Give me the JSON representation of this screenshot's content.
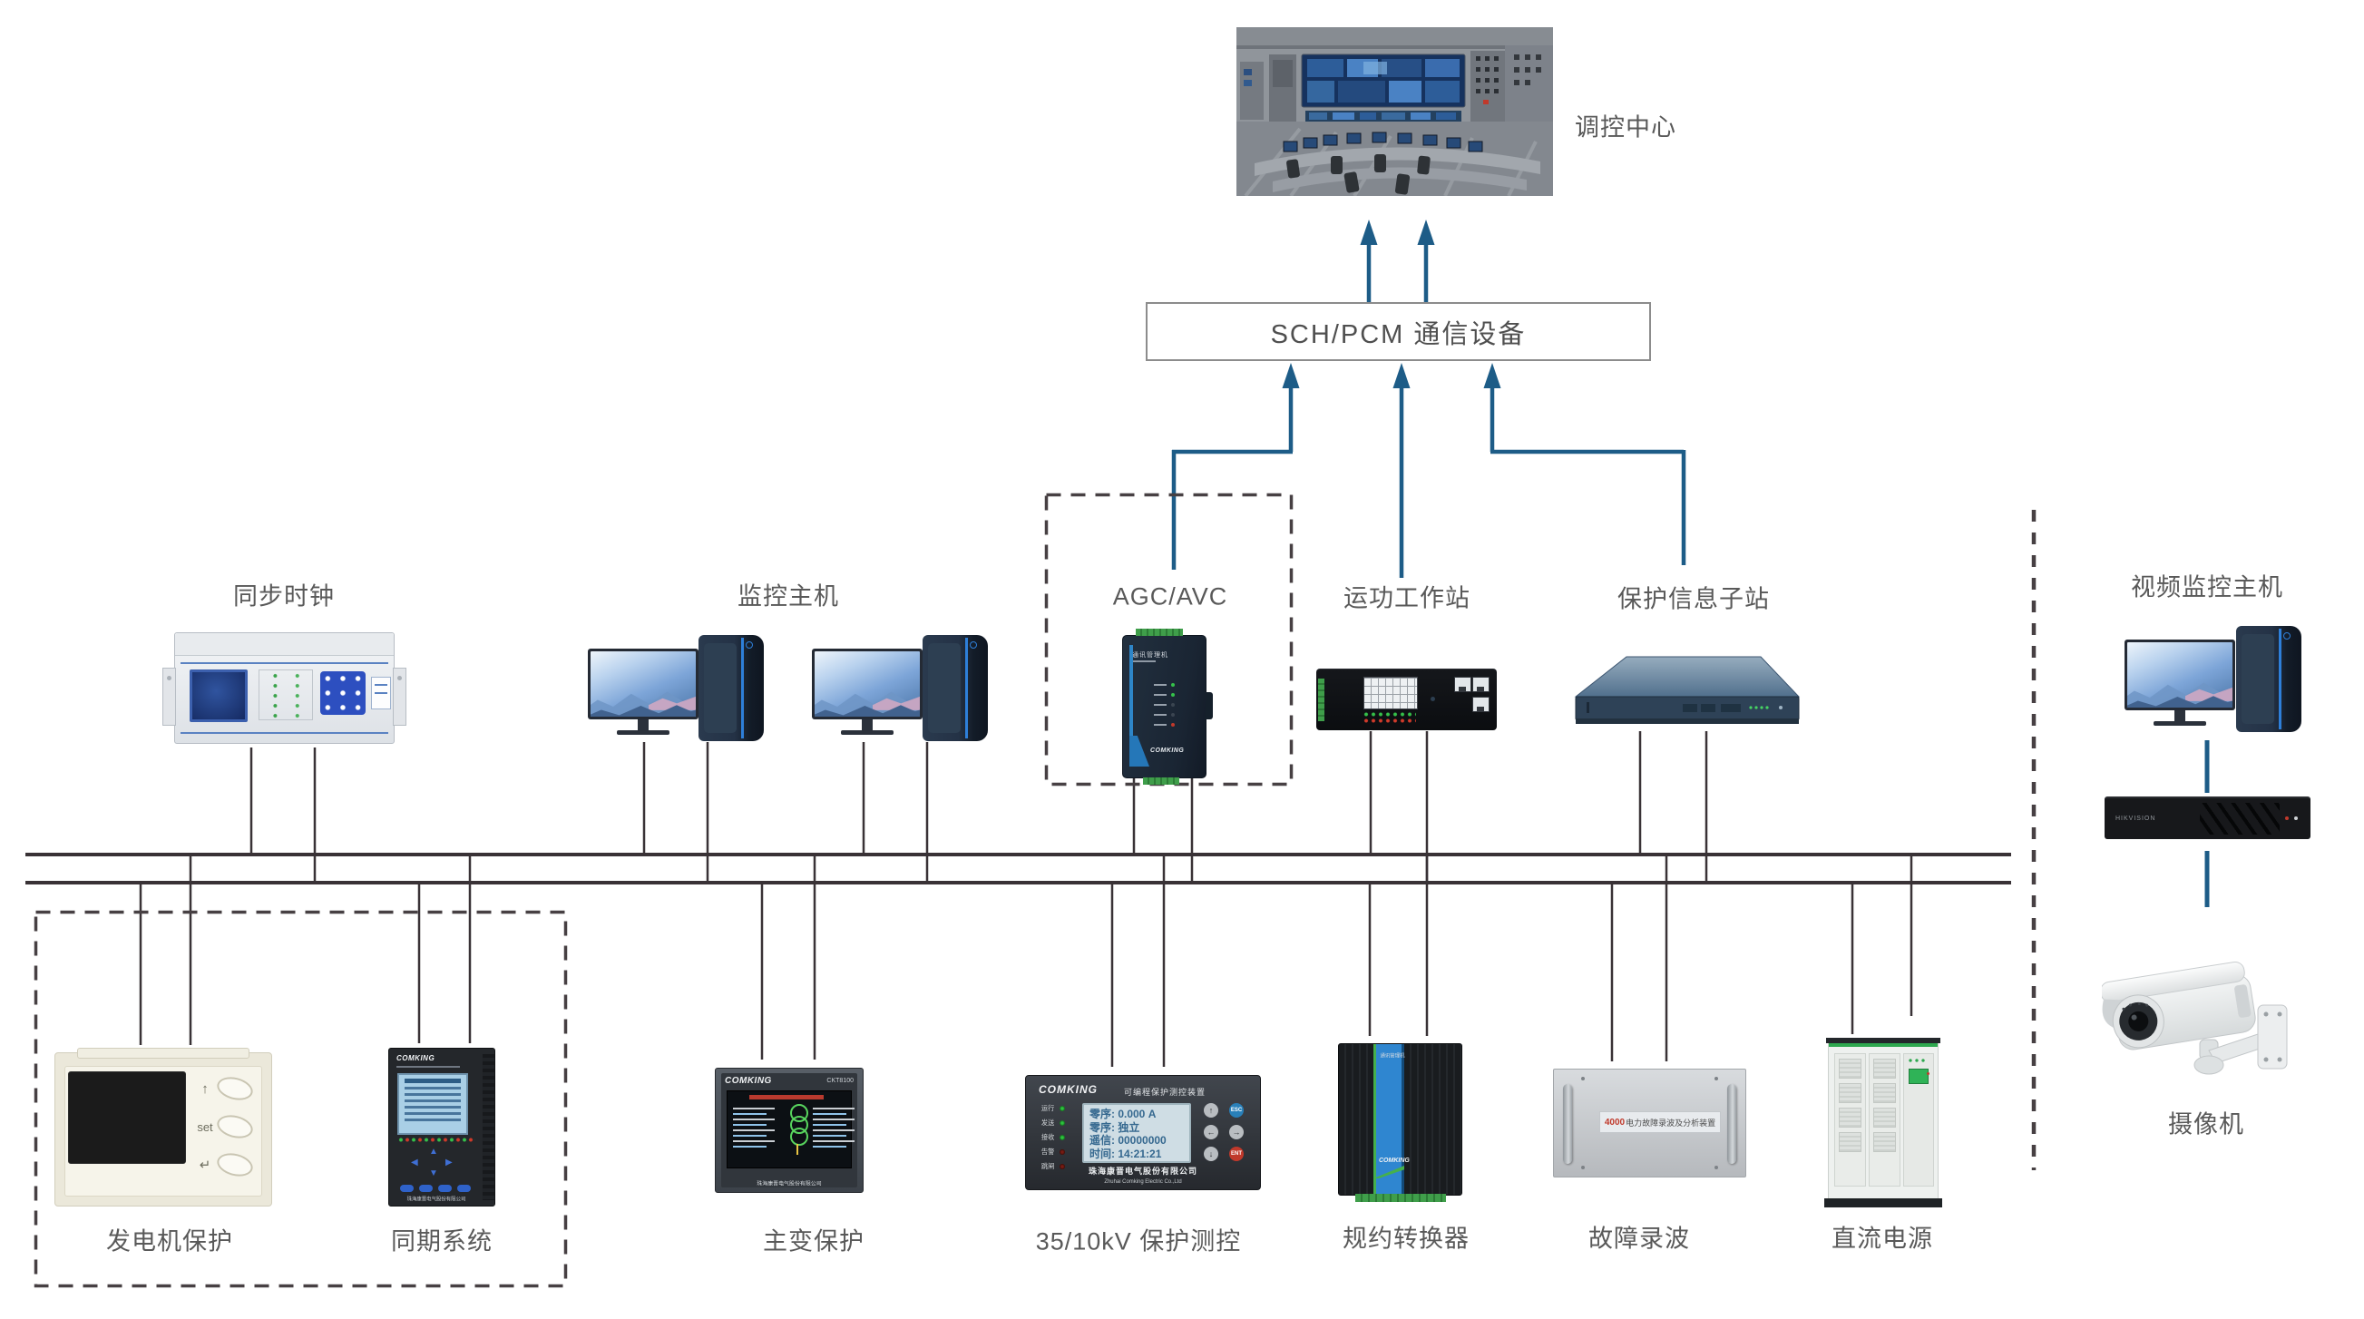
{
  "labels": {
    "control_center": "调控中心",
    "comm_box": "SCH/PCM 通信设备",
    "sync_clock": "同步时钟",
    "scada_host": "监控主机",
    "agc_avc": "AGC/AVC",
    "telecontrol_ws": "运功工作站",
    "protection_substation": "保护信息子站",
    "video_host": "视频监控主机",
    "generator_protection": "发电机保护",
    "sync_system": "同期系统",
    "main_transformer_protection": "主变保护",
    "kv_protection": "35/10kV 保护测控",
    "protocol_converter": "规约转换器",
    "fault_recorder": "故障录波",
    "dc_power": "直流电源",
    "camera": "摄像机"
  },
  "device_text": {
    "brand": "COMKING",
    "comm_mgr": "通讯管理机",
    "meas_title": "可编程保护测控装置",
    "lcd": [
      "零序: 0.000 A",
      "零序: 独立",
      "遥信: 00000000",
      "时间: 14:21:21"
    ],
    "leds": [
      "运行",
      "发送",
      "接收",
      "告警",
      "跳闸"
    ],
    "kv_btns": [
      "↑",
      "←",
      "→",
      "↓"
    ],
    "esc": "ESC",
    "ent": "ENT",
    "set": "set",
    "btn_up": "↑",
    "btn_enter": "↵",
    "company_cn": "珠海康晋电气股份有限公司",
    "company_en": "Zhuhai Comking Electric Co.,Ltd",
    "recorder_num": "4000",
    "recorder_name": "电力故障录波及分析装置",
    "nvr_brand": "HIKVISION",
    "mt_model": "CKT8100"
  },
  "colors": {
    "connector_blue": "#1d5c87",
    "bus_line": "#393236",
    "dashed_border": "#474043",
    "label_gray": "#595959"
  }
}
